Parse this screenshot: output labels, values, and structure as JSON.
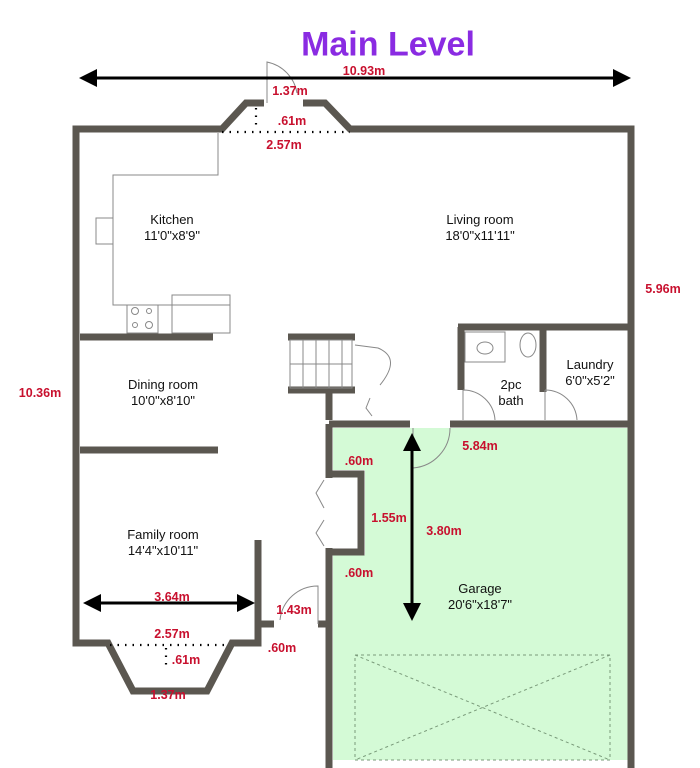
{
  "title": "Main Level",
  "colors": {
    "wall": "#5b5750",
    "garage_fill": "#d4fad6",
    "dimension_text": "#c8102e",
    "title": "#8a2be2"
  },
  "rooms": [
    {
      "name": "Kitchen",
      "size": "11'0\"x8'9\""
    },
    {
      "name": "Living room",
      "size": "18'0\"x11'11\""
    },
    {
      "name": "Dining room",
      "size": "10'0\"x8'10\""
    },
    {
      "name": "Family room",
      "size": "14'4\"x10'11\""
    },
    {
      "name": "2pc",
      "size": "bath"
    },
    {
      "name": "Laundry",
      "size": "6'0\"x5'2\""
    },
    {
      "name": "Garage",
      "size": "20'6\"x18'7\""
    }
  ],
  "dimensions": {
    "overall_width": "10.93m",
    "front_door_top": "1.37m",
    "bay_top_depth": ".61m",
    "bay_top_width": "2.57m",
    "right_height": "5.96m",
    "left_height": "10.36m",
    "garage_width": "5.84m",
    "closet_top": ".60m",
    "closet_len": "1.55m",
    "garage_depth": "3.80m",
    "closet_bottom": ".60m",
    "family_width": "3.64m",
    "side_door": "1.43m",
    "bay_bottom_width": "2.57m",
    "bay_bottom_depth": ".61m",
    "side_stub": ".60m",
    "bay_bottom_front": "1.37m"
  }
}
